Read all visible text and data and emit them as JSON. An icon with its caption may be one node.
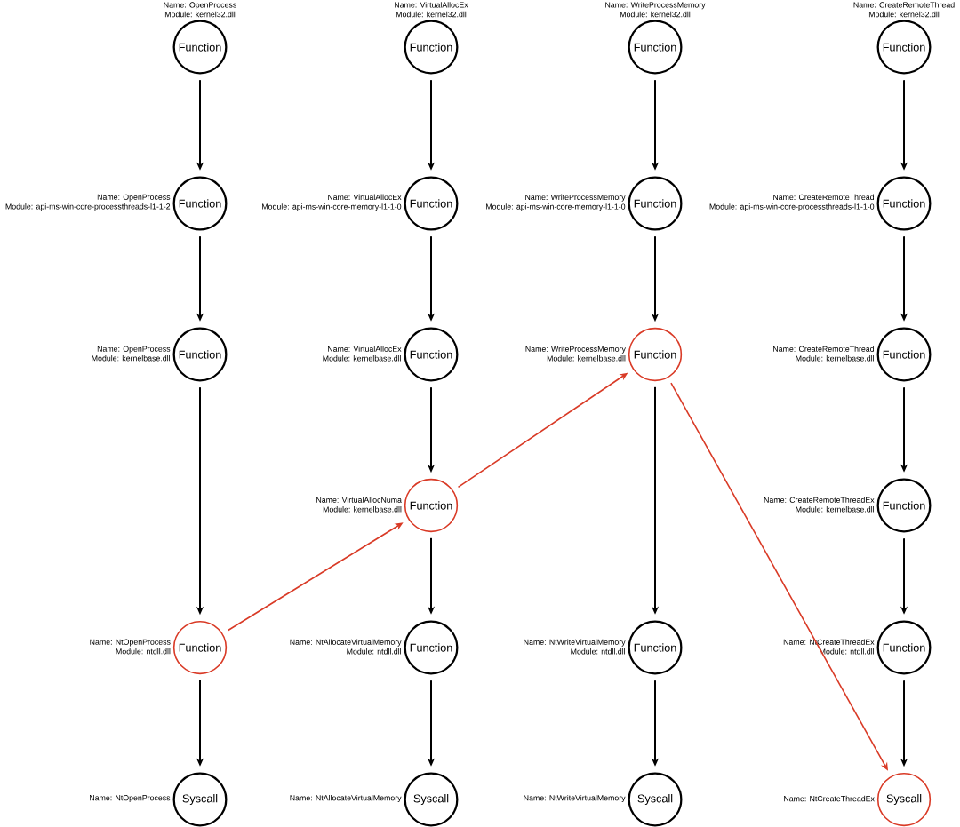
{
  "diagram": {
    "nodes": [
      {
        "text": [
          "Function"
        ],
        "beside": [
          "Name: OpenProcess",
          "Module: kernel32.dll"
        ]
      },
      {
        "text": [
          "Function"
        ],
        "beside": [
          "Name: OpenProcess",
          "Module: api-ms-win-core-processthreads-l1-1-2"
        ]
      },
      {
        "text": [
          "Function"
        ],
        "beside": [
          "Name: OpenProcess",
          "Module: kernelbase.dll"
        ]
      },
      {
        "text": [
          "Function"
        ],
        "beside": [
          "Name: NtOpenProcess",
          "Module: ntdll.dll"
        ]
      },
      {
        "text": [
          "Syscall"
        ],
        "beside": [
          "Name: NtOpenProcess"
        ]
      },
      {
        "text": [
          "Function"
        ],
        "beside": [
          "Name: VirtualAllocEx",
          "Module: kernel32.dll"
        ]
      },
      {
        "text": [
          "Function"
        ],
        "beside": [
          "Name: VirtualAllocEx",
          "Module: api-ms-win-core-memory-l1-1-0"
        ]
      },
      {
        "text": [
          "Function"
        ],
        "beside": [
          "Name: VirtualAllocEx",
          "Module: kernelbase.dll"
        ]
      },
      {
        "text": [
          "Function"
        ],
        "beside": [
          "Name: VirtualAllocNuma",
          "Module: kernelbase.dll"
        ]
      },
      {
        "text": [
          "Function"
        ],
        "beside": [
          "Name: NtAllocateVirtualMemory",
          "Module: ntdll.dll"
        ]
      },
      {
        "text": [
          "Syscall"
        ],
        "beside": [
          "Name: NtAllocateVirtualMemory"
        ]
      },
      {
        "text": [
          "Function"
        ],
        "beside": [
          "Name: WriteProcessMemory",
          "Module: kernel32.dll"
        ]
      },
      {
        "text": [
          "Function"
        ],
        "beside": [
          "Name: WriteProcessMemory",
          "Module: api-ms-win-core-memory-l1-1-0"
        ]
      },
      {
        "text": [
          "Function"
        ],
        "beside": [
          "Name: WriteProcessMemory",
          "Module: kernelbase.dll"
        ]
      },
      {
        "text": [
          "Function"
        ],
        "beside": [
          "Name: NtWriteVirtualMemory",
          "Module: ntdll.dll"
        ]
      },
      {
        "text": [
          "Syscall"
        ],
        "beside": [
          "Name: NtWriteVirtualMemory"
        ]
      },
      {
        "text": [
          "Function"
        ],
        "beside": [
          "Name: CreateRemoteThread",
          "Module: kernel32.dll"
        ]
      },
      {
        "text": [
          "Function"
        ],
        "beside": [
          "Name: CreateRemoteThread",
          "Module: api-ms-win-core-processthreads-l1-1-0"
        ]
      },
      {
        "text": [
          "Function"
        ],
        "beside": [
          "Name: CreateRemoteThread",
          "Module: kernelbase.dll"
        ]
      },
      {
        "text": [
          "Function"
        ],
        "beside": [
          "Name: CreateRemoteThreadEx",
          "Module: kernelbase.dll"
        ]
      },
      {
        "text": [
          "Function"
        ],
        "beside": [
          "Name: NtCreateThreadEx",
          "Module: ntdll.dll"
        ]
      },
      {
        "text": [
          "Syscall"
        ],
        "beside": [
          "Name: NtCreateThreadEx"
        ]
      }
    ],
    "edges": [
      {
        "from": 0,
        "to": 1,
        "arrow": "to"
      },
      {
        "from": 1,
        "to": 2,
        "arrow": "to"
      },
      {
        "from": 2,
        "to": 3,
        "arrow": "to"
      },
      {
        "from": 3,
        "to": 4,
        "arrow": "to"
      },
      {
        "from": 5,
        "to": 6,
        "arrow": "to"
      },
      {
        "from": 6,
        "to": 7,
        "arrow": "to"
      },
      {
        "from": 7,
        "to": 8,
        "arrow": "to"
      },
      {
        "from": 8,
        "to": 9,
        "arrow": "to"
      },
      {
        "from": 9,
        "to": 10,
        "arrow": "to"
      },
      {
        "from": 11,
        "to": 12,
        "arrow": "to"
      },
      {
        "from": 12,
        "to": 13,
        "arrow": "to"
      },
      {
        "from": 13,
        "to": 14,
        "arrow": "to"
      },
      {
        "from": 14,
        "to": 15,
        "arrow": "to"
      },
      {
        "from": 16,
        "to": 17,
        "arrow": "to"
      },
      {
        "from": 17,
        "to": 18,
        "arrow": "to"
      },
      {
        "from": 18,
        "to": 19,
        "arrow": "to"
      },
      {
        "from": 19,
        "to": 20,
        "arrow": "to"
      },
      {
        "from": 20,
        "to": 21,
        "arrow": "to"
      },
      {
        "from": 3,
        "to": 8,
        "arrow": "to",
        "color": "#d93a26"
      },
      {
        "from": 8,
        "to": 13,
        "arrow": "to",
        "color": "#d93a26"
      },
      {
        "from": 13,
        "to": 21,
        "arrow": "to",
        "color": "#d93a26"
      }
    ]
  }
}
